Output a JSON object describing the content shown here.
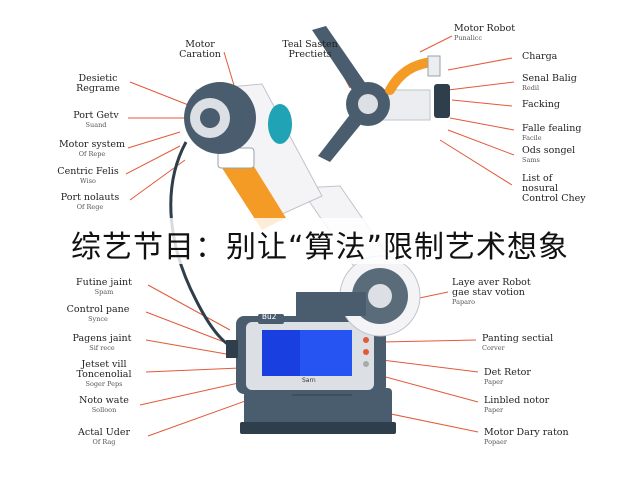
{
  "headline": "综艺节目：别让“算法”限制艺术想象",
  "top_labels": [
    {
      "main": "Motor",
      "sub": "Caration"
    },
    {
      "main": "Teal Sasten",
      "sub": "Prectiets"
    }
  ],
  "left_labels": [
    {
      "main": "Desietic",
      "sub": "Regrame"
    },
    {
      "main": "Port Getv",
      "sub": "Suand"
    },
    {
      "main": "Motor system",
      "sub": "Of Repe"
    },
    {
      "main": "Centric Felis",
      "sub": "Wiso"
    },
    {
      "main": "Port nolauts",
      "sub": "Of Rege"
    },
    {
      "main": "Futine jaint",
      "sub": "Spam"
    },
    {
      "main": "Control pane",
      "sub": "Synce"
    },
    {
      "main": "Pagens jaint",
      "sub": "Sif rece"
    },
    {
      "main": "Jetset vill",
      "sub": "Toncenolial"
    },
    {
      "main": "Soger Peps",
      "sub": ""
    },
    {
      "main": "Noto wate",
      "sub": "Solloon"
    },
    {
      "main": "Actal Uder",
      "sub": "Of Rag"
    }
  ],
  "right_labels": [
    {
      "main": "Motor Robot",
      "sub": "Punalicc"
    },
    {
      "main": "Charga",
      "sub": ""
    },
    {
      "main": "Senal Balig",
      "sub": "Redil"
    },
    {
      "main": "Facking",
      "sub": ""
    },
    {
      "main": "Falle fealing",
      "sub": "Facile"
    },
    {
      "main": "Ods songel",
      "sub": "Sams"
    },
    {
      "main": "List of",
      "sub": ""
    },
    {
      "main": "nosural",
      "sub": ""
    },
    {
      "main": "Control Chey",
      "sub": ""
    },
    {
      "main": "Laye aver Robot",
      "sub": ""
    },
    {
      "main": "gae stav votion",
      "sub": "Paparo"
    },
    {
      "main": "Panting sectial",
      "sub": "Corver"
    },
    {
      "main": "Det Retor",
      "sub": "Paper"
    },
    {
      "main": "Linbled notor",
      "sub": "Paper"
    },
    {
      "main": "Motor Dary raton",
      "sub": "Popaer"
    }
  ],
  "panel_badge": "Bu2",
  "panel_caption": "Sarn",
  "colors": {
    "steel": "#4a5d6e",
    "dark_steel": "#2f3e4b",
    "white_body": "#f4f4f6",
    "orange": "#f39b25",
    "screen_blue": "#1a3fe0",
    "teal": "#1fa3b5"
  }
}
